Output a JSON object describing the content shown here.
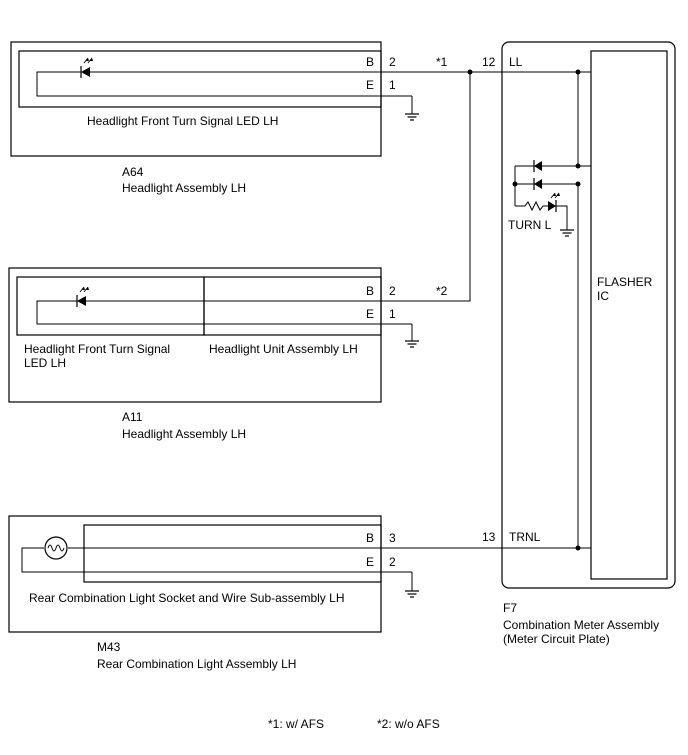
{
  "a64": {
    "code": "A64",
    "assembly": "Headlight Assembly LH",
    "inner_label": "Headlight Front Turn Signal LED LH",
    "pin_b": "B",
    "pin_e": "E",
    "num_b": "2",
    "num_e": "1"
  },
  "a11": {
    "code": "A11",
    "assembly": "Headlight Assembly LH",
    "left_label": "Headlight Front Turn Signal LED LH",
    "right_label": "Headlight Unit Assembly LH",
    "pin_b": "B",
    "pin_e": "E",
    "num_b": "2",
    "num_e": "1"
  },
  "m43": {
    "code": "M43",
    "assembly": "Rear Combination Light Assembly LH",
    "inner_label": "Rear Combination Light Socket and Wire Sub-assembly LH",
    "pin_b": "B",
    "pin_e": "E",
    "num_b": "3",
    "num_e": "2"
  },
  "f7": {
    "code": "F7",
    "assembly_line1": "Combination Meter Assembly",
    "assembly_line2": "(Meter Circuit Plate)",
    "pin_ll_num": "12",
    "pin_ll_name": "LL",
    "pin_trnl_num": "13",
    "pin_trnl_name": "TRNL",
    "turn_label": "TURN L",
    "flasher_label": "FLASHER IC"
  },
  "wire_notes": {
    "w_afs_mark": "*1",
    "wo_afs_mark": "*2"
  },
  "legend": {
    "note1": "*1: w/ AFS",
    "note2": "*2: w/o AFS"
  }
}
